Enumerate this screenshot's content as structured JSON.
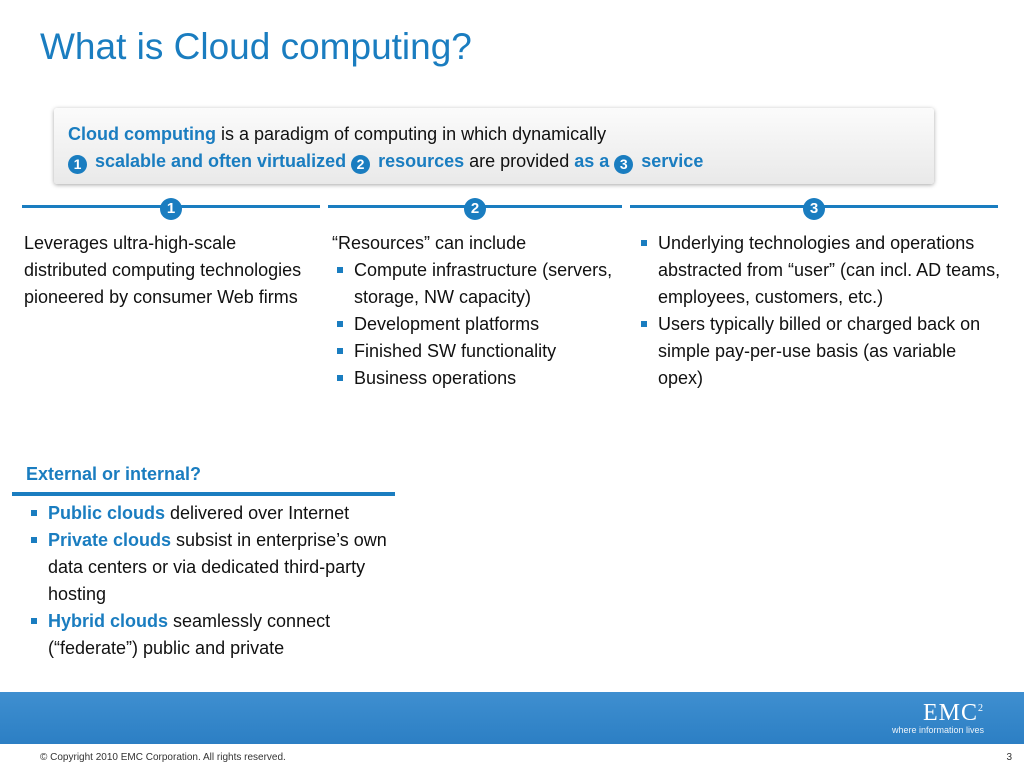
{
  "title": "What is Cloud computing?",
  "definition": {
    "term": "Cloud computing",
    "line1_rest": " is a paradigm of computing in which dynamically",
    "n1": "1",
    "part1": " scalable and often virtualized ",
    "n2": "2",
    "part2": " resources",
    "part3": " are provided ",
    "part4": "as a ",
    "n3": "3",
    "part5": " service"
  },
  "columns": {
    "c1": {
      "num": "1",
      "text": "Leverages ultra-high-scale distributed computing technologies pioneered by consumer Web firms"
    },
    "c2": {
      "num": "2",
      "intro": "“Resources” can include",
      "items": [
        "Compute infrastructure (servers, storage, NW capacity)",
        "Development platforms",
        "Finished SW functionality",
        "Business operations"
      ]
    },
    "c3": {
      "num": "3",
      "items": [
        "Underlying technologies and operations abstracted from “user” (can incl. AD teams, employees, customers, etc.)",
        "Users typically billed or charged back on simple pay-per-use basis (as variable opex)"
      ]
    }
  },
  "external": {
    "heading": "External or internal?",
    "items": [
      {
        "term": "Public clouds",
        "rest": " delivered over Internet"
      },
      {
        "term": "Private clouds",
        "rest": " subsist in enterprise’s own data centers or via dedicated third-party hosting"
      },
      {
        "term": "Hybrid clouds",
        "rest": " seamlessly connect (“federate”) public and private"
      }
    ]
  },
  "footer": {
    "logo": "EMC",
    "logo_sup": "2",
    "tagline": "where information lives",
    "copyright": "© Copyright 2010 EMC Corporation. All rights reserved.",
    "page": "3"
  },
  "colors": {
    "accent": "#1a7dc0",
    "footer_band": "#2c7fc4"
  }
}
